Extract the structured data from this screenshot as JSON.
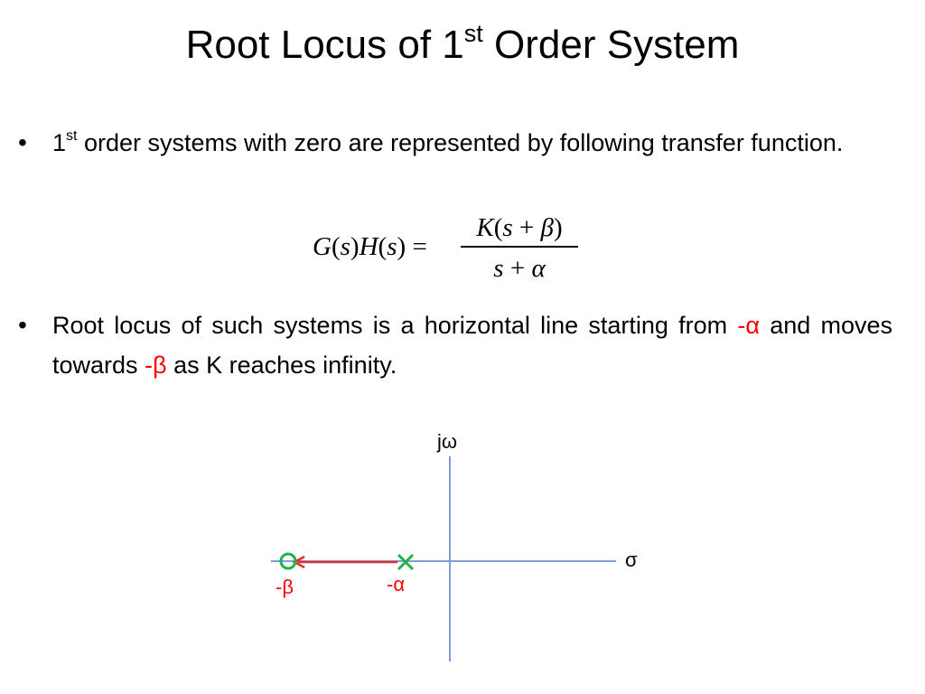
{
  "title": {
    "main": "Root Locus of 1",
    "sup": "st",
    "rest": " Order System"
  },
  "bullets": [
    {
      "icon": "bullet-dot",
      "lead": "1",
      "sup": "st",
      "text": " order systems with zero are represented by following transfer function."
    },
    {
      "icon": "bullet-dot",
      "text_a": "Root locus of such systems is a horizontal line starting from ",
      "alpha": "-α",
      "text_b": " and moves towards ",
      "beta": "-β",
      "text_c": " as K reaches infinity."
    }
  ],
  "equation": {
    "lhs_g": "G",
    "lhs_s1": "s",
    "lhs_h": "H",
    "lhs_s2": "s",
    "eq": "=",
    "num_k": "K",
    "num_s": "s",
    "num_plus": "+",
    "num_beta": "β",
    "den_s": "s",
    "den_plus": "+",
    "den_alpha": "α"
  },
  "plot": {
    "imag_axis_label": "jω",
    "real_axis_label": "σ",
    "zero_label": "-β",
    "pole_label": "-α",
    "colors": {
      "axis": "#7f9fd0",
      "locus": "#e03030",
      "pole_zero": "#22b24c",
      "label": "#ff0000"
    }
  }
}
